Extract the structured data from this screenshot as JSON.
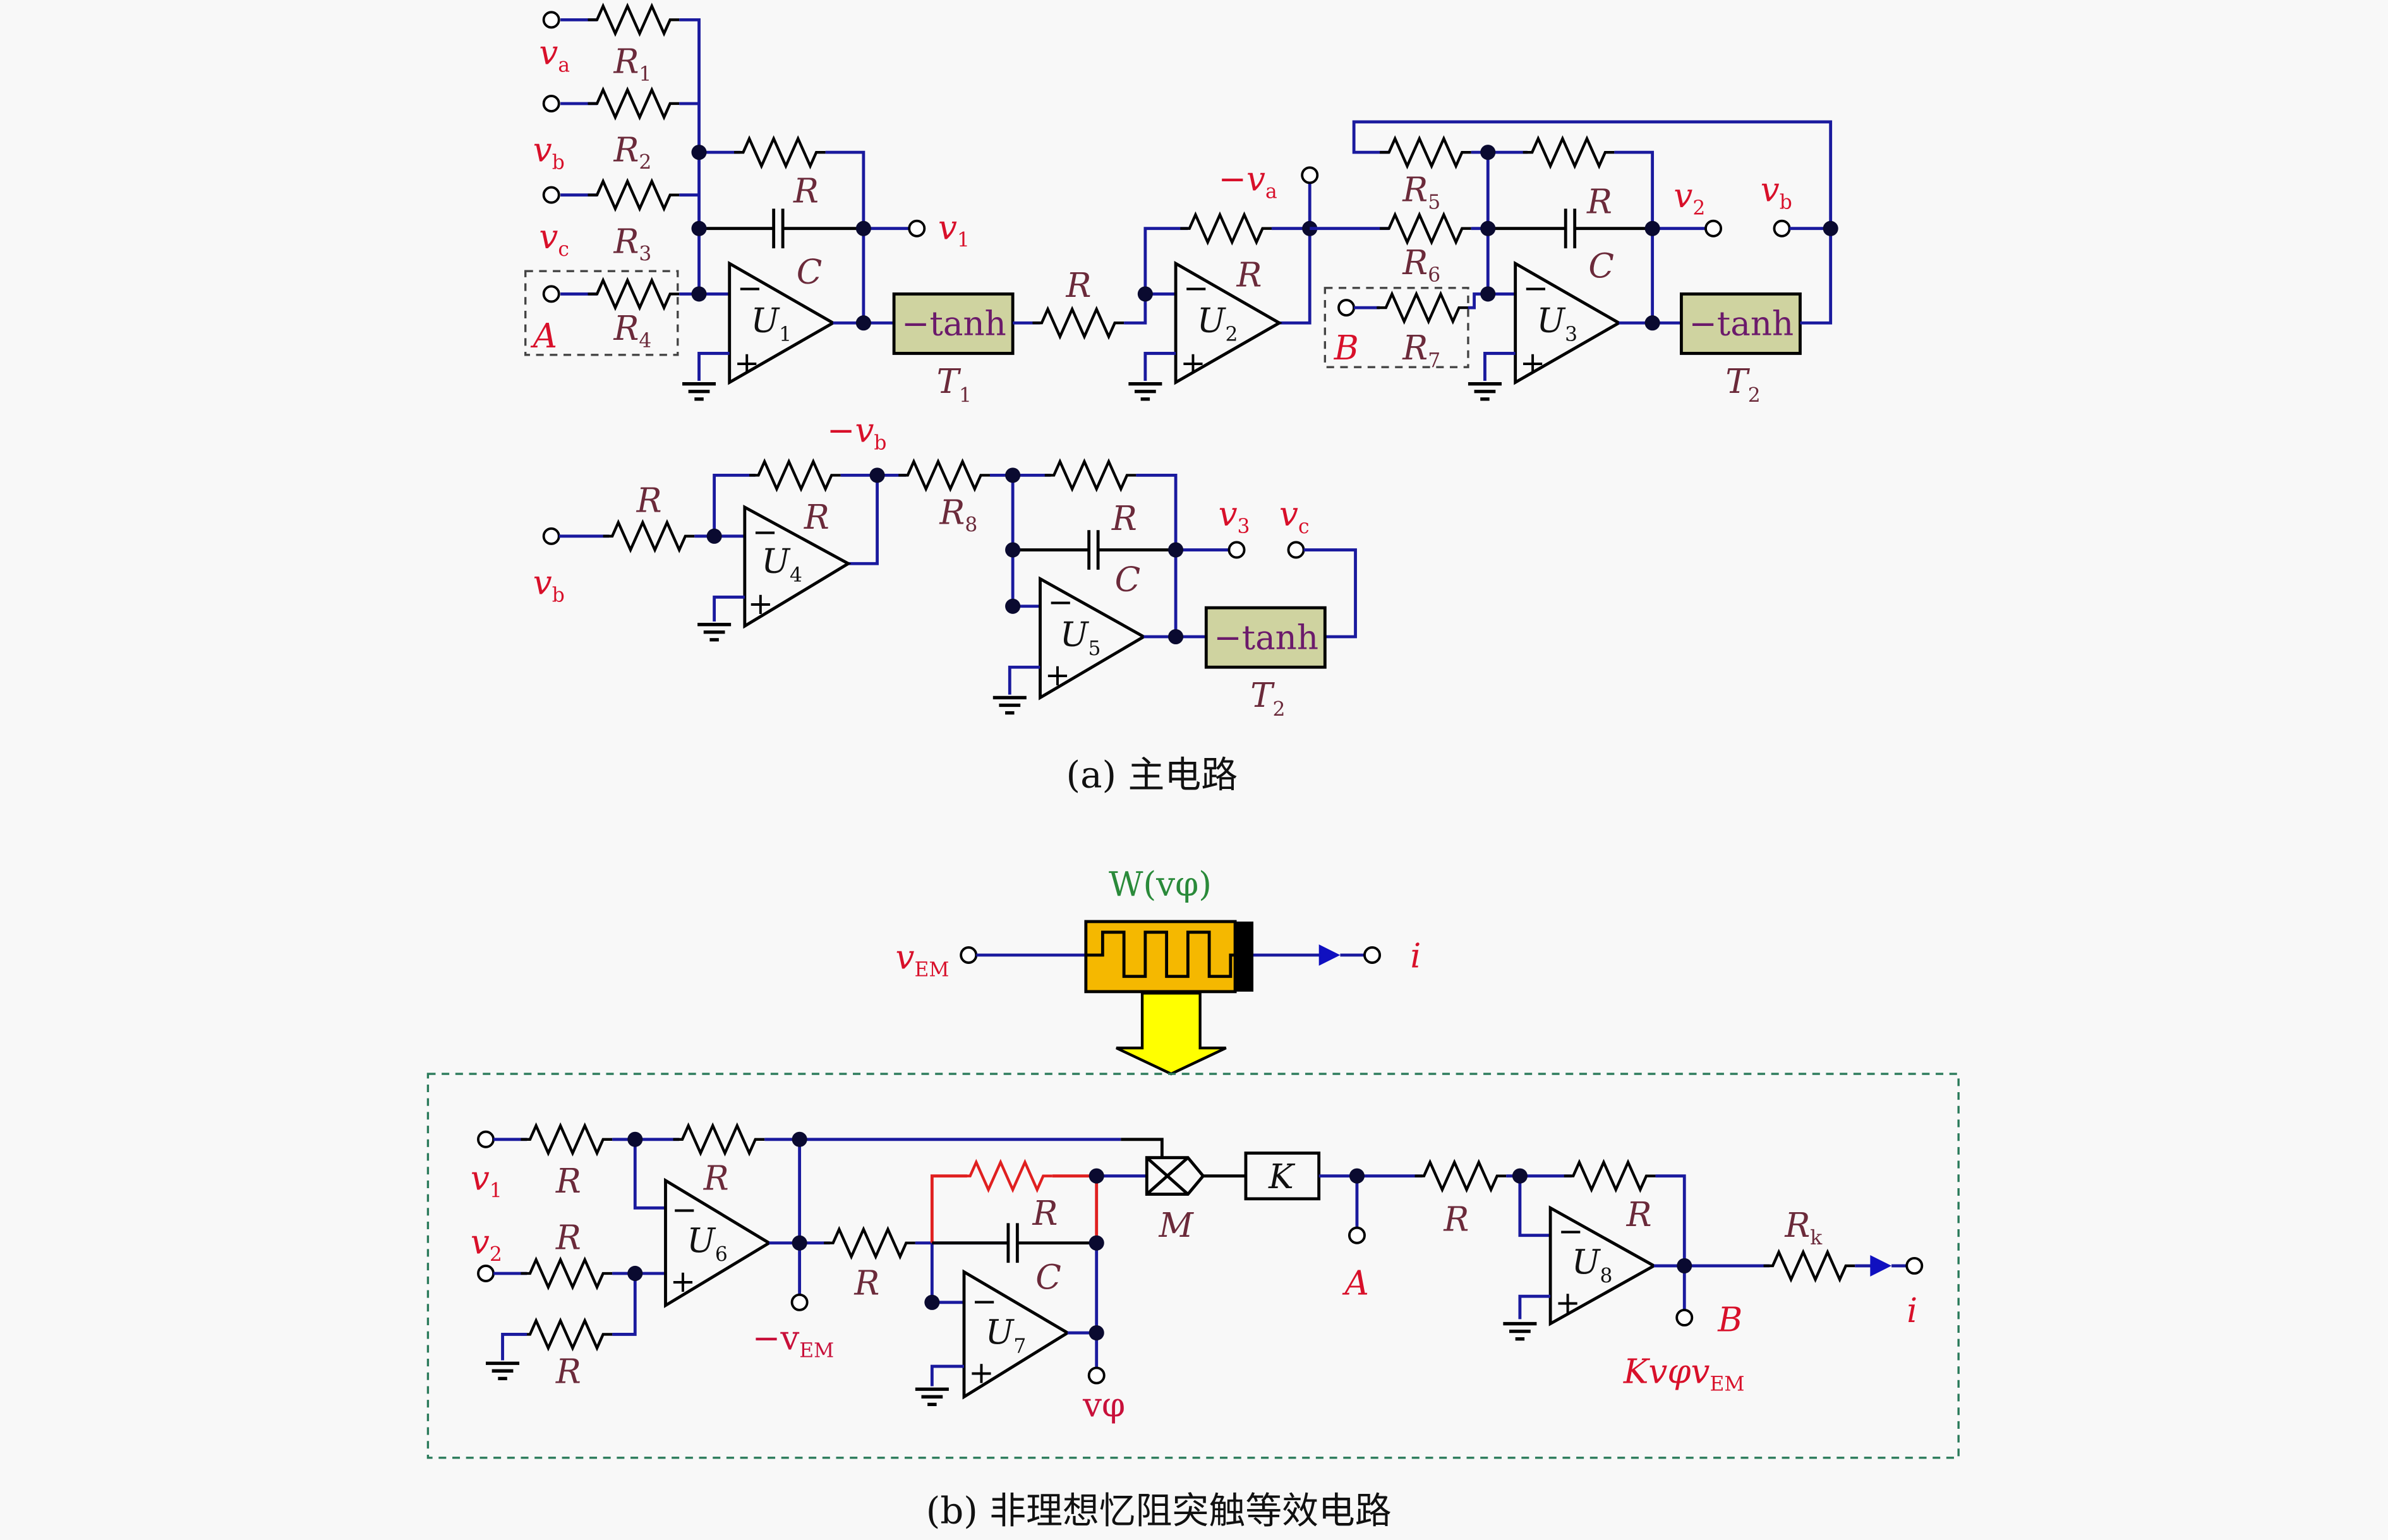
{
  "figure": {
    "panel_a": {
      "caption": "(a) 主电路",
      "inputs": [
        {
          "label": "v",
          "sub": "a"
        },
        {
          "label": "v",
          "sub": "b"
        },
        {
          "label": "v",
          "sub": "c"
        }
      ],
      "resistors": {
        "r1": {
          "label": "R",
          "sub": "1"
        },
        "r2": {
          "label": "R",
          "sub": "2"
        },
        "r3": {
          "label": "R",
          "sub": "3"
        },
        "r4": {
          "label": "R",
          "sub": "4"
        },
        "r5": {
          "label": "R",
          "sub": "5"
        },
        "r6": {
          "label": "R",
          "sub": "6"
        },
        "r7": {
          "label": "R",
          "sub": "7"
        },
        "r8": {
          "label": "R",
          "sub": "8"
        },
        "r": "R"
      },
      "capacitor": "C",
      "opamps": [
        {
          "label": "U",
          "sub": "1"
        },
        {
          "label": "U",
          "sub": "2"
        },
        {
          "label": "U",
          "sub": "3"
        },
        {
          "label": "U",
          "sub": "4"
        },
        {
          "label": "U",
          "sub": "5"
        }
      ],
      "tanh_blocks": [
        {
          "text": "−tanh",
          "label": "T",
          "sub": "1"
        },
        {
          "text": "−tanh",
          "label": "T",
          "sub": "2"
        },
        {
          "text": "−tanh",
          "label": "T",
          "sub": "2"
        }
      ],
      "outputs": [
        {
          "label": "v",
          "sub": "1"
        },
        {
          "label": "v",
          "sub": "2"
        },
        {
          "label": "v",
          "sub": "3"
        }
      ],
      "nodes": {
        "neg_va": {
          "label": "−v",
          "sub": "a"
        },
        "neg_vb": {
          "label": "−v",
          "sub": "b"
        },
        "vb_out": {
          "label": "v",
          "sub": "b"
        },
        "vc_out": {
          "label": "v",
          "sub": "c"
        },
        "vb_in": {
          "label": "v",
          "sub": "b"
        }
      },
      "boxes": {
        "a": "A",
        "b": "B"
      },
      "minus": "−",
      "plus": "+"
    },
    "memristor": {
      "title": "W(vφ)",
      "input": {
        "label": "v",
        "sub": "EM"
      },
      "output": "i"
    },
    "panel_b": {
      "caption": "(b) 非理想忆阻突触等效电路",
      "inputs": [
        {
          "label": "v",
          "sub": "1"
        },
        {
          "label": "v",
          "sub": "2"
        }
      ],
      "r": "R",
      "c": "C",
      "opamps": [
        {
          "label": "U",
          "sub": "6"
        },
        {
          "label": "U",
          "sub": "7"
        },
        {
          "label": "U",
          "sub": "8"
        }
      ],
      "neg_vem": {
        "label": "−v",
        "sub": "EM"
      },
      "vphi": "vφ",
      "multiplier": "M",
      "gain": "K",
      "point_a": "A",
      "point_b": "B",
      "product": {
        "label": "Kvφv",
        "sub": "EM"
      },
      "rk": {
        "label": "R",
        "sub": "k"
      },
      "output": "i"
    }
  }
}
